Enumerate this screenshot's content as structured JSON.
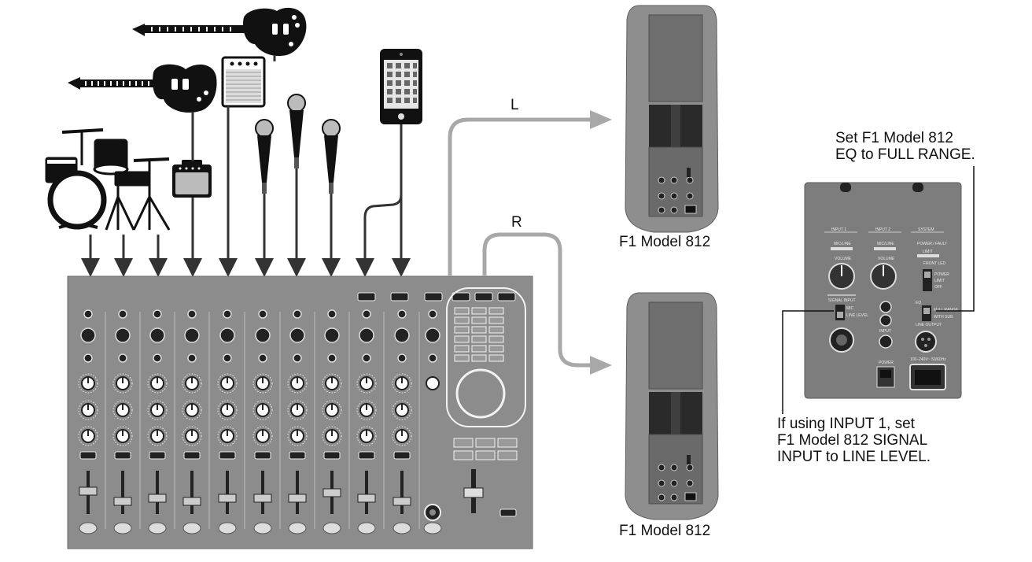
{
  "diagram": {
    "signal_labels": {
      "left": "L",
      "right": "R"
    },
    "speakers": [
      {
        "caption": "F1 Model 812"
      },
      {
        "caption": "F1 Model 812"
      }
    ],
    "callouts": {
      "eq": {
        "line1": "Set F1 Model 812",
        "line2": "EQ to FULL RANGE."
      },
      "signal": {
        "line1": "If using INPUT 1, set",
        "line2": "F1 Model 812 SIGNAL",
        "line3": "INPUT to LINE LEVEL."
      }
    },
    "rear_panel": {
      "input1": "INPUT 1",
      "input2": "INPUT 2",
      "system": "SYSTEM",
      "volume": "VOLUME",
      "mic_line": "MIC/LINE",
      "power_fault": "POWER / FAULT",
      "limit": "LIMIT",
      "front_led": "FRONT LED",
      "led_options": [
        "POWER",
        "LIMIT",
        "OFF"
      ],
      "signal_input": "SIGNAL INPUT",
      "signal_options": [
        "MIC",
        "LINE LEVEL"
      ],
      "eq": "EQ",
      "eq_options": [
        "FULL RANGE",
        "WITH SUB"
      ],
      "line_output": "LINE OUTPUT",
      "power": "POWER",
      "input": "INPUT",
      "mains": "100–240V~ 50/60Hz"
    },
    "colors": {
      "mixer": "#8c8c8c",
      "speaker": "#8e8e8e",
      "panel": "#7d7d7d",
      "cable": "#a8a8a8",
      "arrow": "#333333"
    }
  }
}
